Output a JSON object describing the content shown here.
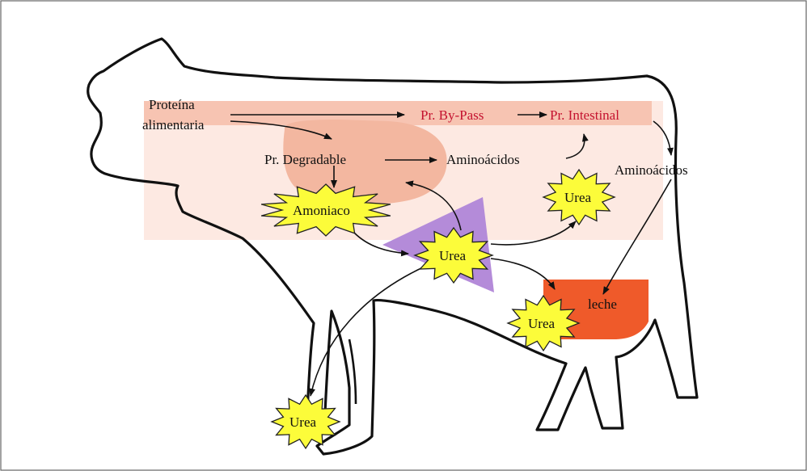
{
  "labels": {
    "proteina": "Proteína",
    "alimentaria": "alimentaria",
    "bypass": "Pr. By-Pass",
    "intestinal": "Pr. Intestinal",
    "degradable": "Pr. Degradable",
    "aminoacidos_rumen": "Aminoácidos",
    "aminoacidos_blood": "Aminoácidos",
    "amoniaco": "Amoniaco",
    "urea_center": "Urea",
    "urea_top": "Urea",
    "urea_udder": "Urea",
    "urea_urine": "Urea",
    "leche": "leche"
  },
  "colors": {
    "band": "#f7c4b2",
    "band_light": "#fde9e2",
    "rumen": "#f3b7a0",
    "triangle": "#b48bd9",
    "udder": "#ef5a2a",
    "star": "#fcfc3a",
    "text_red": "#c4122f",
    "outline": "#111111"
  }
}
